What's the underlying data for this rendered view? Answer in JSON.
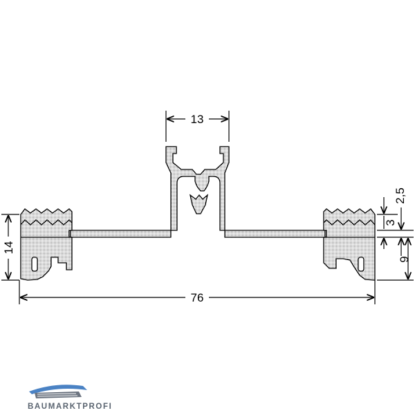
{
  "dimensions": {
    "top_channel_width": "13",
    "total_width": "76",
    "left_height": "14",
    "right_upper_gap": "2,5",
    "right_small": "3",
    "right_lower": "9"
  },
  "brand": {
    "name": "BAUMARKTPROFI",
    "accent_color": "#4a82c4",
    "gray_color": "#6c7480"
  },
  "colors": {
    "line": "#000000",
    "hatch": "#7a7a7a"
  }
}
